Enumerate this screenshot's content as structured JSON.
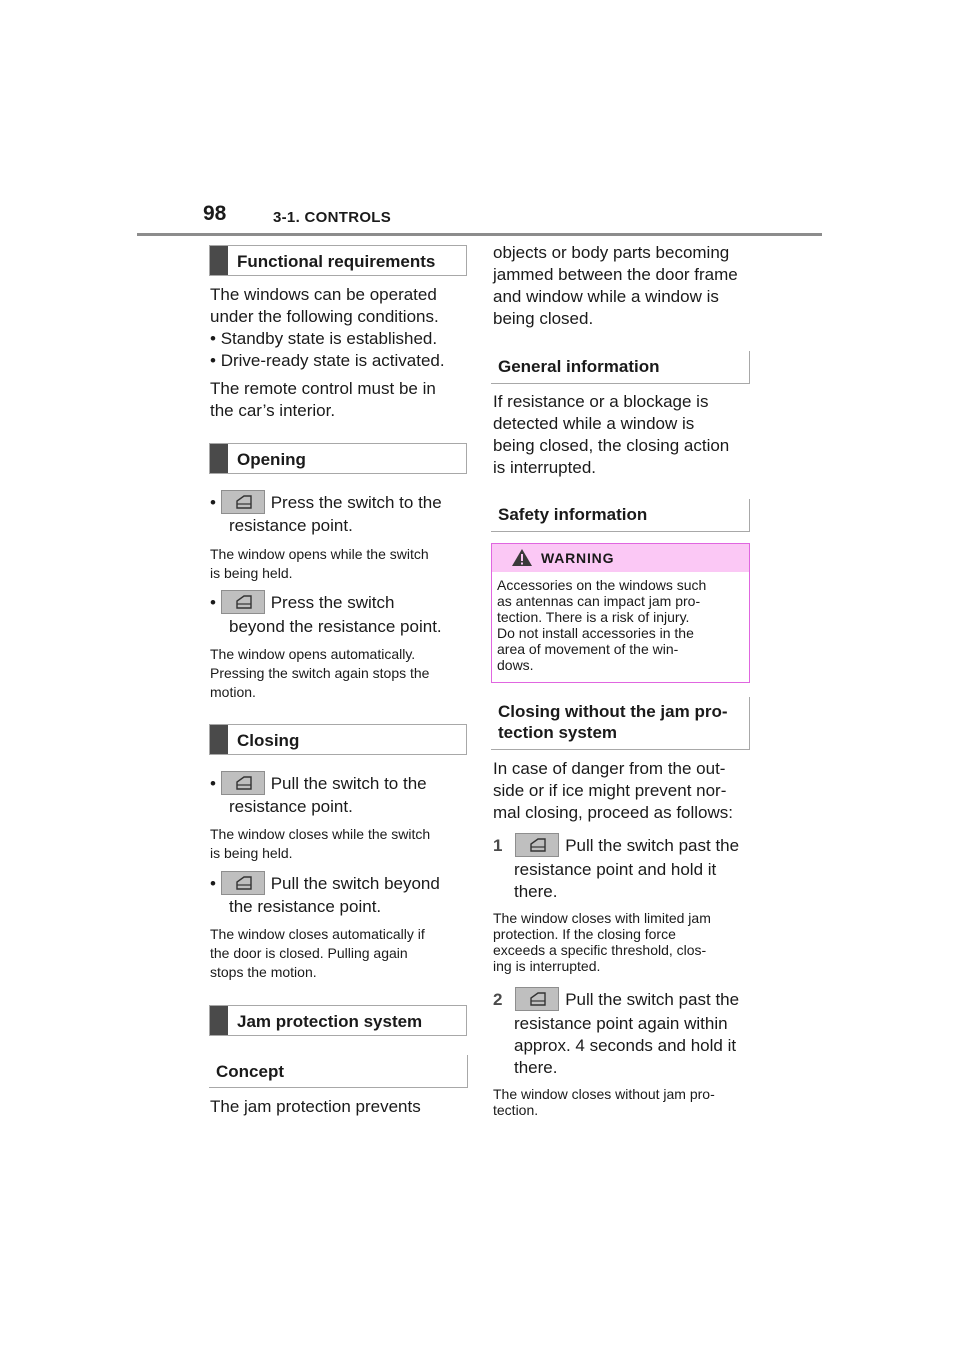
{
  "header": {
    "page_number": "98",
    "section": "3-1. CONTROLS"
  },
  "left": {
    "functional_heading": "Functional requirements",
    "intro_line1": "The windows can be operated",
    "intro_line2": "under the following conditions.",
    "bullet1": "Standby state is established.",
    "bullet2": "Drive-ready state is activated.",
    "remote_line1": "The remote control must be in",
    "remote_line2": "the car’s interior.",
    "opening_heading": "Opening",
    "open1_line1": "Press the switch to the",
    "open1_line2": "resistance point.",
    "open1_note_line1": "The window opens while the switch",
    "open1_note_line2": "is being held.",
    "open2_line1": "Press the switch",
    "open2_line2": "beyond the resistance point.",
    "open2_note_line1": "The window opens automatically.",
    "open2_note_line2": "Pressing the switch again stops the",
    "open2_note_line3": "motion.",
    "closing_heading": "Closing",
    "close1_line1": "Pull the switch to the",
    "close1_line2": "resistance point.",
    "close1_note_line1": "The window closes while the switch",
    "close1_note_line2": "is being held.",
    "close2_line1": "Pull the switch beyond",
    "close2_line2": "the resistance point.",
    "close2_note_line1": "The window closes automatically if",
    "close2_note_line2": "the door is closed. Pulling again",
    "close2_note_line3": "stops the motion.",
    "jam_heading": "Jam protection system",
    "concept_heading": "Concept",
    "concept_line1": "The jam protection prevents"
  },
  "right": {
    "cont_line1": "objects or body parts becoming",
    "cont_line2": "jammed between the door frame",
    "cont_line3": "and window while a window is",
    "cont_line4": "being closed.",
    "general_heading": "General information",
    "general_line1": "If resistance or a blockage is",
    "general_line2": "detected while a window is",
    "general_line3": "being closed, the closing action",
    "general_line4": "is interrupted.",
    "safety_heading": "Safety information",
    "warning_title": "WARNING",
    "warning_line1": "Accessories on the windows such",
    "warning_line2": "as antennas can impact jam pro-",
    "warning_line3": "tection. There is a risk of injury.",
    "warning_line4": "Do not install accessories in the",
    "warning_line5": "area of movement of the win-",
    "warning_line6": "dows.",
    "closing_without_line1": "Closing without the jam pro-",
    "closing_without_line2": "tection system",
    "danger_line1": "In case of danger from the out-",
    "danger_line2": "side or if ice might prevent nor-",
    "danger_line3": "mal closing, proceed as follows:",
    "step1_number": "1",
    "step1_line1": "Pull the switch past the",
    "step1_line2": "resistance point and hold it",
    "step1_line3": "there.",
    "step1_note_line1": "The window closes with limited jam",
    "step1_note_line2": "protection. If the closing force",
    "step1_note_line3": "exceeds a specific threshold, clos-",
    "step1_note_line4": "ing is interrupted.",
    "step2_number": "2",
    "step2_line1": "Pull the switch past the",
    "step2_line2": "resistance point again within",
    "step2_line3": "approx. 4 seconds and hold it",
    "step2_line4": "there.",
    "step2_note_line1": "The window closes without jam pro-",
    "step2_note_line2": "tection."
  },
  "icons": {
    "switch": "window-switch-icon",
    "warning": "warning-triangle-icon"
  },
  "colors": {
    "warning_border": "#e066e0",
    "warning_bg": "#fbc8f5",
    "heading_tab": "#4a4a4a"
  }
}
